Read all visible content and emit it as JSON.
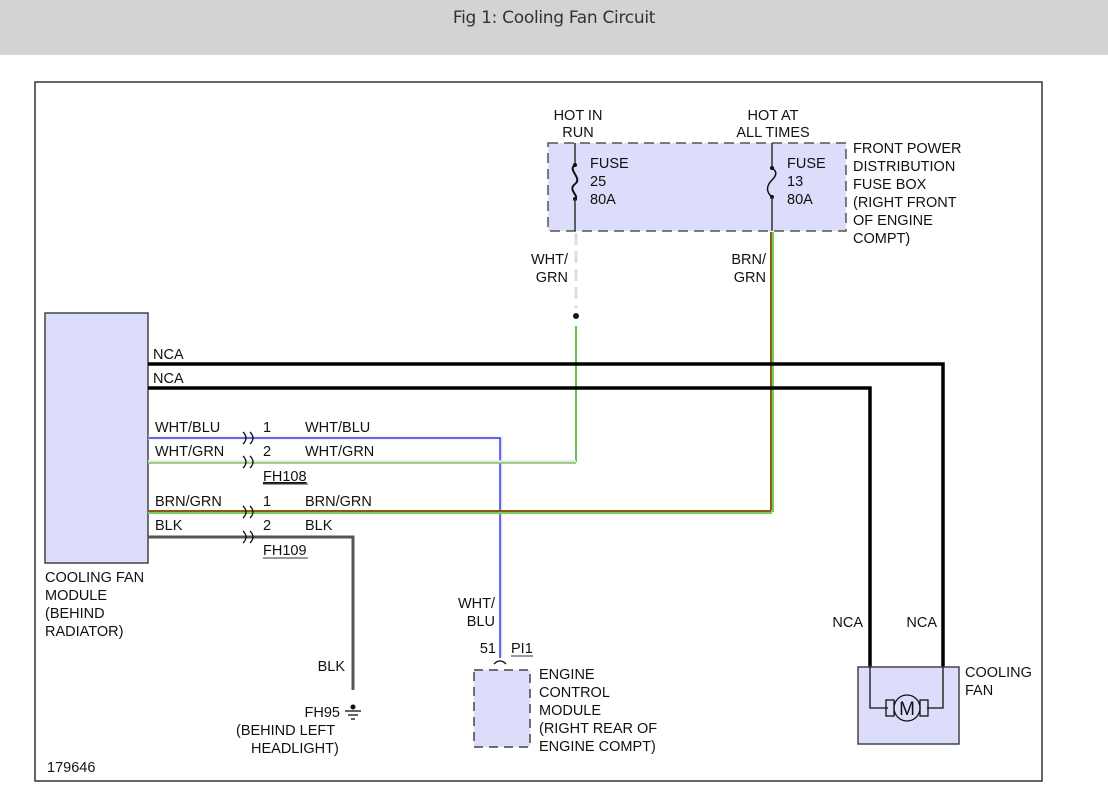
{
  "header": {
    "title": "Fig 1: Cooling Fan Circuit"
  },
  "colors": {
    "module_fill": "#dcdcfb",
    "wire_black": "#000000",
    "wire_blk_ground": "#555555",
    "wire_wht_blu": "#1a1aff",
    "wire_wht_grn": "#6cc04a",
    "wire_brn": "#8a5a10",
    "wire_grn_stripe": "#7ccc5c",
    "wire_white_dash": "#dedede"
  },
  "fuse_box": {
    "label_lines": [
      "FRONT POWER",
      "DISTRIBUTION",
      "FUSE BOX",
      "(RIGHT FRONT",
      "OF ENGINE",
      "COMPT)"
    ],
    "feeds": [
      {
        "label_lines": [
          "HOT IN",
          "RUN"
        ],
        "fuse_lines": [
          "FUSE",
          "25",
          "80A"
        ]
      },
      {
        "label_lines": [
          "HOT AT",
          "ALL TIMES"
        ],
        "fuse_lines": [
          "FUSE",
          "13",
          "80A"
        ]
      }
    ]
  },
  "vertical_wire_labels": {
    "wht_grn": [
      "WHT/",
      "GRN"
    ],
    "brn_grn": [
      "BRN/",
      "GRN"
    ],
    "wht_blu": [
      "WHT/",
      "BLU"
    ],
    "blk": "BLK"
  },
  "cooling_fan_module": {
    "label_lines": [
      "COOLING FAN",
      "MODULE",
      "(BEHIND",
      "RADIATOR)"
    ],
    "wires": [
      {
        "name": "NCA"
      },
      {
        "name": "NCA"
      },
      {
        "left": "WHT/BLU",
        "pin": "1",
        "right": "WHT/BLU"
      },
      {
        "left": "WHT/GRN",
        "pin": "2",
        "right": "WHT/GRN"
      },
      {
        "left": "BRN/GRN",
        "pin": "1",
        "right": "BRN/GRN"
      },
      {
        "left": "BLK",
        "pin": "2",
        "right": "BLK"
      }
    ],
    "connectors": [
      "FH108",
      "FH109"
    ]
  },
  "ground": {
    "id": "FH95",
    "location_lines": [
      "(BEHIND LEFT",
      "HEADLIGHT)"
    ]
  },
  "ecm": {
    "pin": "51",
    "connector": "PI1",
    "label_lines": [
      "ENGINE",
      "CONTROL",
      "MODULE",
      "(RIGHT REAR OF",
      "ENGINE COMPT)"
    ]
  },
  "cooling_fan": {
    "label_lines": [
      "COOLING",
      "FAN"
    ],
    "motor_symbol": "M",
    "wire_labels": [
      "NCA",
      "NCA"
    ]
  },
  "figure_id": "179646"
}
